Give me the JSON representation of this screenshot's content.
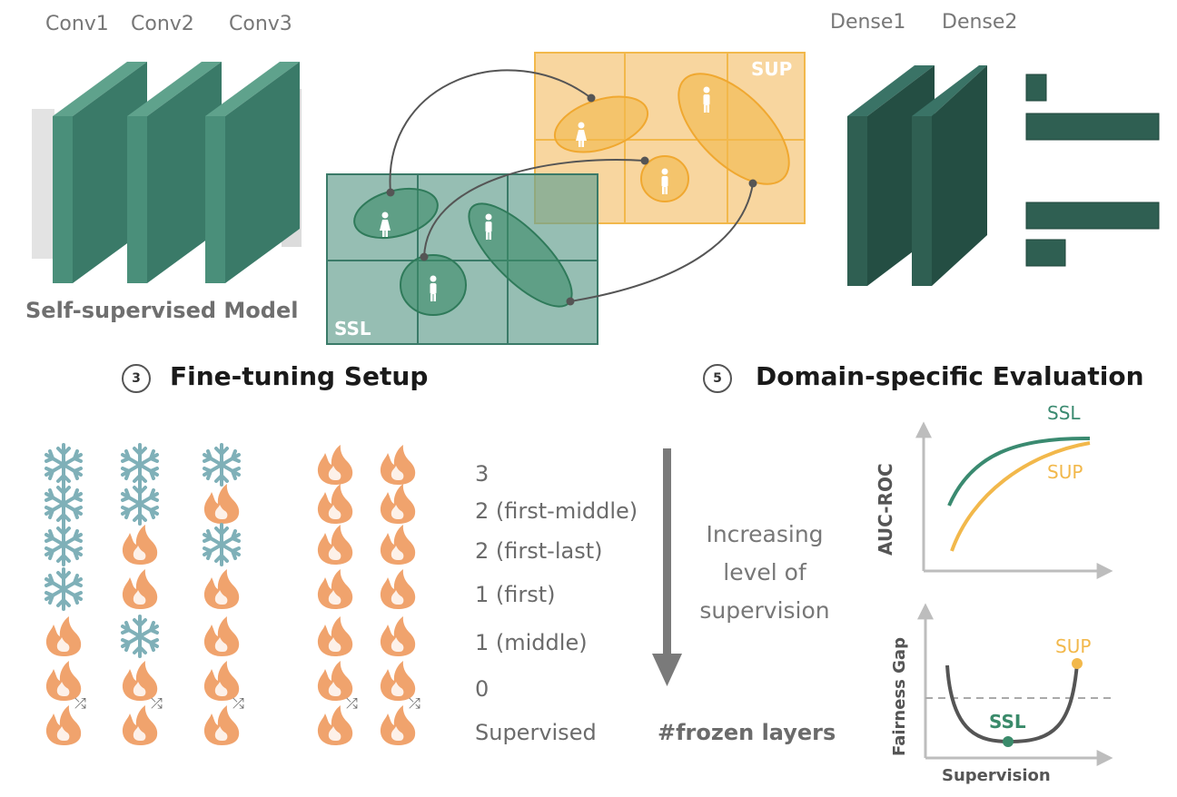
{
  "model": {
    "layers": [
      "Conv1",
      "Conv2",
      "Conv3"
    ],
    "title": "Self-supervised Model"
  },
  "head": {
    "layers": [
      "Dense1",
      "Dense2"
    ]
  },
  "embedding": {
    "ssl_label": "SSL",
    "sup_label": "SUP"
  },
  "finetune": {
    "step": "3",
    "title": "Fine-tuning Setup",
    "configs": [
      "3",
      "2 (first-middle)",
      "2 (first-last)",
      "1 (first)",
      "1 (middle)",
      "0",
      "Supervised"
    ],
    "grid": [
      [
        "freeze",
        "freeze",
        "freeze",
        "fire",
        "fire"
      ],
      [
        "freeze",
        "freeze",
        "fire",
        "fire",
        "fire"
      ],
      [
        "freeze",
        "fire",
        "freeze",
        "fire",
        "fire"
      ],
      [
        "freeze",
        "fire",
        "fire",
        "fire",
        "fire"
      ],
      [
        "fire",
        "freeze",
        "fire",
        "fire",
        "fire"
      ],
      [
        "fire",
        "fire",
        "fire",
        "fire",
        "fire"
      ],
      [
        "fire-shuffle",
        "fire-shuffle",
        "fire-shuffle",
        "fire-shuffle",
        "fire-shuffle"
      ]
    ],
    "arrow_text": [
      "Increasing",
      "level of",
      "supervision"
    ],
    "frozen_label": "#frozen layers"
  },
  "evaluation": {
    "step": "5",
    "title": "Domain-specific Evaluation",
    "auc_plot": {
      "ylabel": "AUC-ROC",
      "series": [
        "SSL",
        "SUP"
      ]
    },
    "fairness_plot": {
      "ylabel": "Fairness Gap",
      "xlabel": "Supervision",
      "points": [
        "SUP",
        "SSL"
      ]
    }
  },
  "colors": {
    "ssl_green": "#3a7a68",
    "sup_orange": "#f2b84b",
    "freeze": "#7fb0b8",
    "fire": "#f0a36d"
  }
}
